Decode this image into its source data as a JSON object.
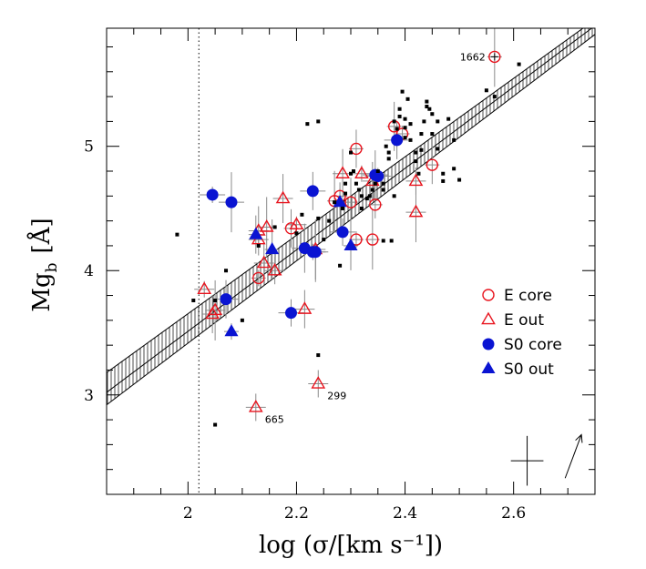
{
  "chart_data": {
    "type": "scatter",
    "xlabel": "log (σ/[km s⁻¹])",
    "ylabel": "Mg",
    "ylabel_sub": "b",
    "ylabel_unit": "[Å]",
    "xlim": [
      1.85,
      2.75
    ],
    "ylim": [
      2.2,
      5.95
    ],
    "x_ticks": [
      2.0,
      2.2,
      2.4,
      2.6
    ],
    "x_tick_labels": [
      "2",
      "2.2",
      "2.4",
      "2.6"
    ],
    "y_ticks": [
      3,
      4,
      5
    ],
    "y_tick_labels": [
      "3",
      "4",
      "5"
    ],
    "grid": false,
    "legend_position": "right",
    "vertical_reference_x": 2.02,
    "fit": {
      "central": [
        [
          1.85,
          3.02
        ],
        [
          2.75,
          5.97
        ]
      ],
      "band_upper": [
        [
          1.85,
          3.18
        ],
        [
          2.75,
          6.02
        ]
      ],
      "band_lower": [
        [
          1.85,
          2.92
        ],
        [
          2.75,
          5.9
        ]
      ]
    },
    "colors": {
      "E": "#e8141e",
      "S0": "#0a14d2",
      "comparison": "#000000"
    },
    "series": [
      {
        "name": "E core",
        "marker": "open-circle",
        "color": "#e8141e",
        "x": [
          2.13,
          2.19,
          2.27,
          2.28,
          2.3,
          2.31,
          2.31,
          2.34,
          2.345,
          2.38,
          2.395,
          2.45,
          2.565
        ],
        "y": [
          3.94,
          4.34,
          4.56,
          4.6,
          4.55,
          4.25,
          4.98,
          4.25,
          4.53,
          5.16,
          5.1,
          4.85,
          5.72
        ]
      },
      {
        "name": "E out",
        "marker": "open-triangle",
        "color": "#e8141e",
        "x": [
          2.03,
          2.045,
          2.05,
          2.125,
          2.13,
          2.13,
          2.14,
          2.145,
          2.16,
          2.175,
          2.2,
          2.215,
          2.235,
          2.24,
          2.285,
          2.32,
          2.34,
          2.42,
          2.42
        ],
        "y": [
          3.85,
          3.65,
          3.68,
          2.9,
          4.32,
          4.25,
          4.06,
          4.35,
          4.0,
          4.58,
          4.37,
          3.69,
          4.17,
          3.09,
          4.78,
          4.78,
          4.72,
          4.47,
          4.72
        ]
      },
      {
        "name": "S0 core",
        "marker": "filled-circle",
        "color": "#0a14d2",
        "x": [
          2.045,
          2.07,
          2.08,
          2.19,
          2.215,
          2.23,
          2.23,
          2.235,
          2.285,
          2.345,
          2.35,
          2.385
        ],
        "y": [
          4.61,
          3.77,
          4.55,
          3.66,
          4.18,
          4.15,
          4.64,
          4.15,
          4.31,
          4.77,
          4.76,
          5.05
        ]
      },
      {
        "name": "S0 out",
        "marker": "filled-triangle",
        "color": "#0a14d2",
        "x": [
          2.08,
          2.125,
          2.155,
          2.28,
          2.3
        ],
        "y": [
          3.51,
          4.29,
          4.17,
          4.55,
          4.2
        ]
      },
      {
        "name": "",
        "marker": "small-square",
        "color": "#000000",
        "x": [
          1.98,
          2.01,
          2.05,
          2.07,
          2.1,
          2.13,
          2.16,
          2.2,
          2.21,
          2.22,
          2.24,
          2.24,
          2.24,
          2.25,
          2.26,
          2.27,
          2.28,
          2.285,
          2.29,
          2.29,
          2.3,
          2.3,
          2.305,
          2.31,
          2.315,
          2.32,
          2.32,
          2.33,
          2.335,
          2.34,
          2.345,
          2.35,
          2.36,
          2.36,
          2.36,
          2.365,
          2.37,
          2.37,
          2.375,
          2.38,
          2.38,
          2.385,
          2.39,
          2.39,
          2.395,
          2.4,
          2.4,
          2.4,
          2.405,
          2.41,
          2.41,
          2.42,
          2.42,
          2.425,
          2.43,
          2.43,
          2.435,
          2.44,
          2.44,
          2.445,
          2.45,
          2.45,
          2.46,
          2.46,
          2.47,
          2.47,
          2.48,
          2.49,
          2.49,
          2.5,
          2.55,
          2.565,
          2.61,
          2.05
        ],
        "y": [
          4.29,
          3.76,
          3.76,
          4.0,
          3.6,
          4.2,
          4.35,
          4.3,
          4.45,
          5.18,
          3.32,
          4.42,
          5.2,
          4.25,
          4.4,
          4.55,
          4.04,
          4.5,
          4.62,
          4.7,
          4.95,
          4.78,
          4.8,
          4.7,
          4.65,
          4.6,
          4.5,
          4.58,
          4.6,
          4.65,
          4.7,
          4.8,
          4.7,
          4.65,
          4.24,
          5.0,
          4.95,
          4.9,
          4.24,
          5.2,
          4.6,
          5.14,
          5.3,
          5.24,
          5.44,
          5.22,
          5.15,
          5.07,
          5.38,
          5.18,
          5.05,
          4.95,
          4.88,
          4.78,
          5.1,
          4.97,
          5.2,
          5.32,
          5.36,
          5.3,
          5.26,
          5.1,
          5.2,
          4.98,
          4.78,
          4.72,
          5.22,
          5.05,
          4.82,
          4.73,
          5.45,
          5.4,
          5.66,
          2.76
        ]
      }
    ],
    "annotations": [
      {
        "text": "1662",
        "x": 2.565,
        "y": 5.72
      },
      {
        "text": "665",
        "x": 2.125,
        "y": 2.9
      },
      {
        "text": "299",
        "x": 2.24,
        "y": 3.09
      }
    ],
    "typical_error": {
      "x": 2.625,
      "y": 2.47,
      "dx": 0.03,
      "dy": 0.2
    },
    "model_arrow": {
      "x0": 2.695,
      "y0": 2.33,
      "x1": 2.725,
      "y1": 2.68
    }
  }
}
